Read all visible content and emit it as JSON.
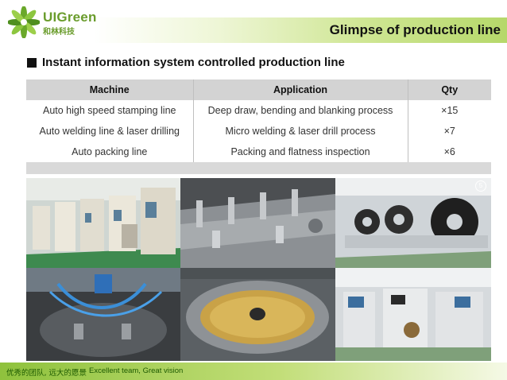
{
  "brand": {
    "name_en": "UIGreen",
    "name_cn": "和林科技"
  },
  "page_title": "Glimpse of production line",
  "section_heading": "Instant information system controlled production line",
  "table": {
    "headers": [
      "Machine",
      "Application",
      "Qty"
    ],
    "rows": [
      [
        "Auto high speed stamping line",
        "Deep draw, bending and blanking process",
        "×15"
      ],
      [
        "Auto welding line & laser drilling",
        "Micro welding & laser drill process",
        "×7"
      ],
      [
        "Auto packing line",
        "Packing and flatness inspection",
        "×6"
      ]
    ]
  },
  "photo_badge": "5",
  "footer": {
    "slogan_cn": "优秀的团队, 远大的愿景",
    "slogan_en": "Excellent team, Great vision"
  },
  "colors": {
    "brand_green": "#6a9c2c",
    "footer_green": "#8fc23d",
    "table_header": "#d3d3d3"
  },
  "icons": {
    "logo": "leaf-burst-logo",
    "bullet": "square-bullet"
  }
}
